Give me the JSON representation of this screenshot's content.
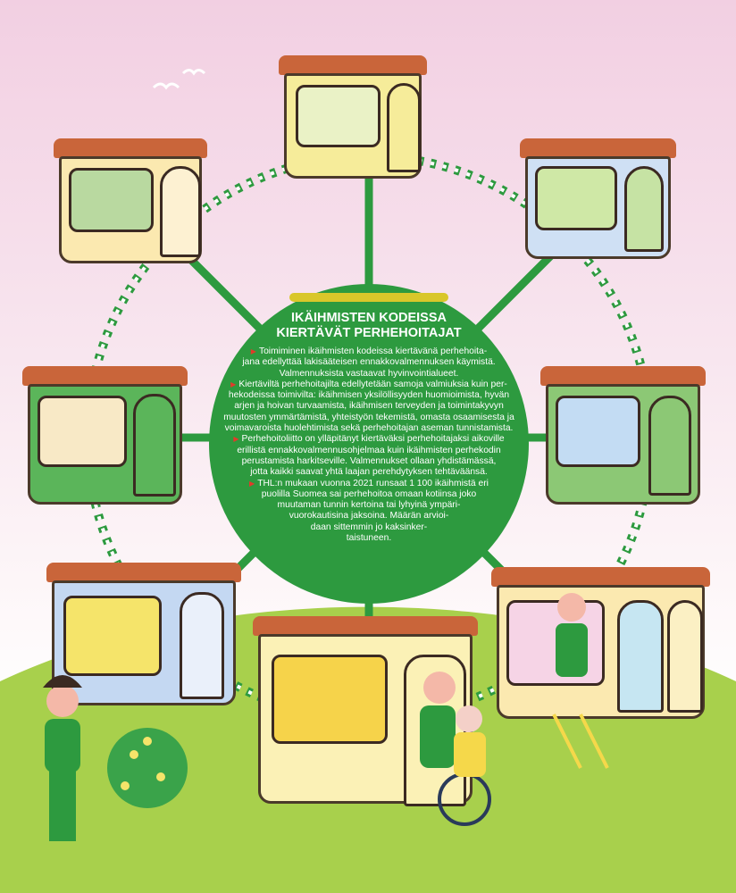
{
  "title_lines": [
    "IKÄIHMISTEN KODEISSA",
    "KIERTÄVÄT PERHEHOITAJAT"
  ],
  "paragraphs": [
    {
      "lines": [
        "Toimiminen ikäihmisten kodeissa kiertävänä perhehoita-",
        "jana edellyttää lakisääteisen ennakkovalmennuksen käymistä.",
        "Valmennuksista vastaavat hyvinvointialueet."
      ]
    },
    {
      "lines": [
        "Kiertäviltä perhehoitajilta edellytetään samoja valmiuksia kuin per-",
        "hekodeissa toimivilta: ikäihmisen yksilöllisyyden huomioimista, hyvän",
        "arjen ja hoivan turvaamista, ikäihmisen terveyden ja toimintakyvyn",
        "muutosten ymmärtämistä, yhteistyön tekemistä, omasta osaamisesta ja",
        "voimavaroista huolehtimista sekä perhehoitajan aseman tunnistamista."
      ]
    },
    {
      "lines": [
        "Perhehoitoliitto on ylläpitänyt kiertäväksi perhehoitajaksi aikoville",
        "erillistä ennakkovalmennusohjelmaa kuin ikäihmisten perhekodin",
        "perustamista harkitseville. Valmennukset ollaan yhdistämässä,",
        "jotta kaikki saavat yhtä laajan perehdytyksen tehtäväänsä."
      ]
    },
    {
      "lines": [
        "THL:n mukaan vuonna 2021 runsaat 1 100 ikäihmistä eri",
        "puolilla Suomea sai perhehoitoa omaan kotiinsa joko",
        "muutaman tunnin kertoina tai lyhyinä ympäri-",
        "vuorokautisina jaksoina. Määrän arvioi-",
        "daan sittemmin jo kaksinker-",
        "taistuneen."
      ]
    }
  ],
  "colors": {
    "hub": "#2d9a3f",
    "roof": "#c9653a",
    "hill": "#a8d04c",
    "bullet": "#e23a2a"
  }
}
